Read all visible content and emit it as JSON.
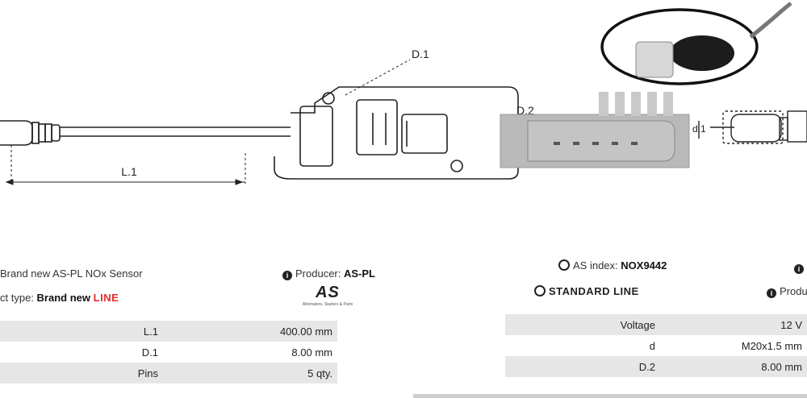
{
  "drawing": {
    "d1_label": "D.1",
    "d2_label": "D.2",
    "l1_label": "L.1",
    "d_small_label": "d.1"
  },
  "left_panel": {
    "title": "Brand new AS-PL NOx Sensor",
    "producer_label": "Producer:",
    "producer_value": "AS-PL",
    "type_label": "ct type:",
    "type_value": "Brand new",
    "brand_partial": "LINE",
    "logo_text": "AS",
    "logo_tagline": "Alternators, Starters & Parts",
    "specs": [
      {
        "label": "L.1",
        "value": "400.00 mm"
      },
      {
        "label": "D.1",
        "value": "8.00 mm"
      },
      {
        "label": "Pins",
        "value": "5 qty."
      }
    ]
  },
  "right_panel": {
    "index_label": "AS index:",
    "index_value": "NOX9442",
    "standard_line": "STANDARD LINE",
    "producer_label_partial": "Produc",
    "specs": [
      {
        "label": "Voltage",
        "value": "12 V"
      },
      {
        "label": "d",
        "value": "M20x1.5 mm"
      },
      {
        "label": "D.2",
        "value": "8.00 mm"
      }
    ]
  },
  "colors": {
    "brand_red": "#e42b2b",
    "table_stripe": "#e6e6e6",
    "connector_gray": "#b9b9b9"
  }
}
